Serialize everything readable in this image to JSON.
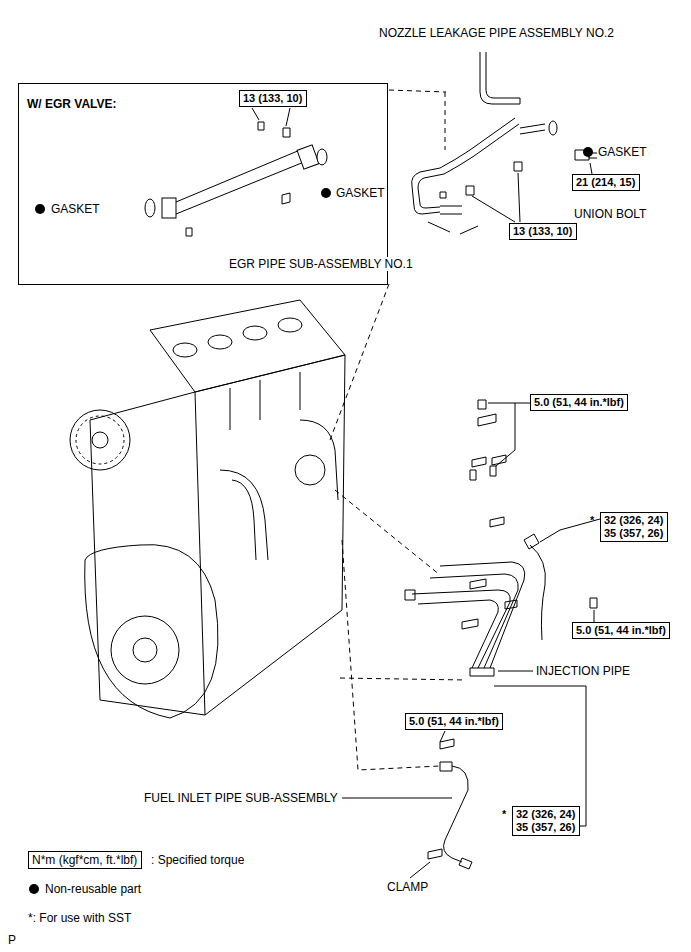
{
  "diagram": {
    "nodes": [
      {
        "text": [
          "W/ EGR VALVE:"
        ]
      },
      {
        "text": [
          "13 (133, 10)"
        ],
        "in": 0
      },
      {
        "text": [
          "21 (214, 15)"
        ]
      },
      {
        "text": [
          "13 (133, 10)"
        ]
      },
      {
        "text": [
          "5.0 (51, 44 in.*lbf)"
        ]
      },
      {
        "text": [
          "*",
          "32 (326, 24)",
          "35 (357, 26)"
        ]
      },
      {
        "text": [
          "5.0 (51, 44 in.*lbf)"
        ]
      },
      {
        "text": [
          "5.0 (51, 44 in.*lbf)"
        ]
      },
      {
        "text": [
          "*",
          "32 (326, 24)",
          "35 (357, 26)"
        ]
      },
      {
        "text": [
          "N*m (kgf*cm, ft.*lbf)"
        ]
      }
    ],
    "labels": [
      "NOZZLE LEAKAGE PIPE ASSEMBLY NO.2",
      "GASKET",
      "UNION BOLT",
      "GASKET",
      "GASKET",
      "EGR PIPE SUB-ASSEMBLY NO.1",
      "INJECTION PIPE",
      "FUEL INLET PIPE SUB-ASSEMBLY",
      "CLAMP",
      ": Specified torque",
      "Non-reusable part",
      "*: For use with SST",
      "P"
    ]
  }
}
